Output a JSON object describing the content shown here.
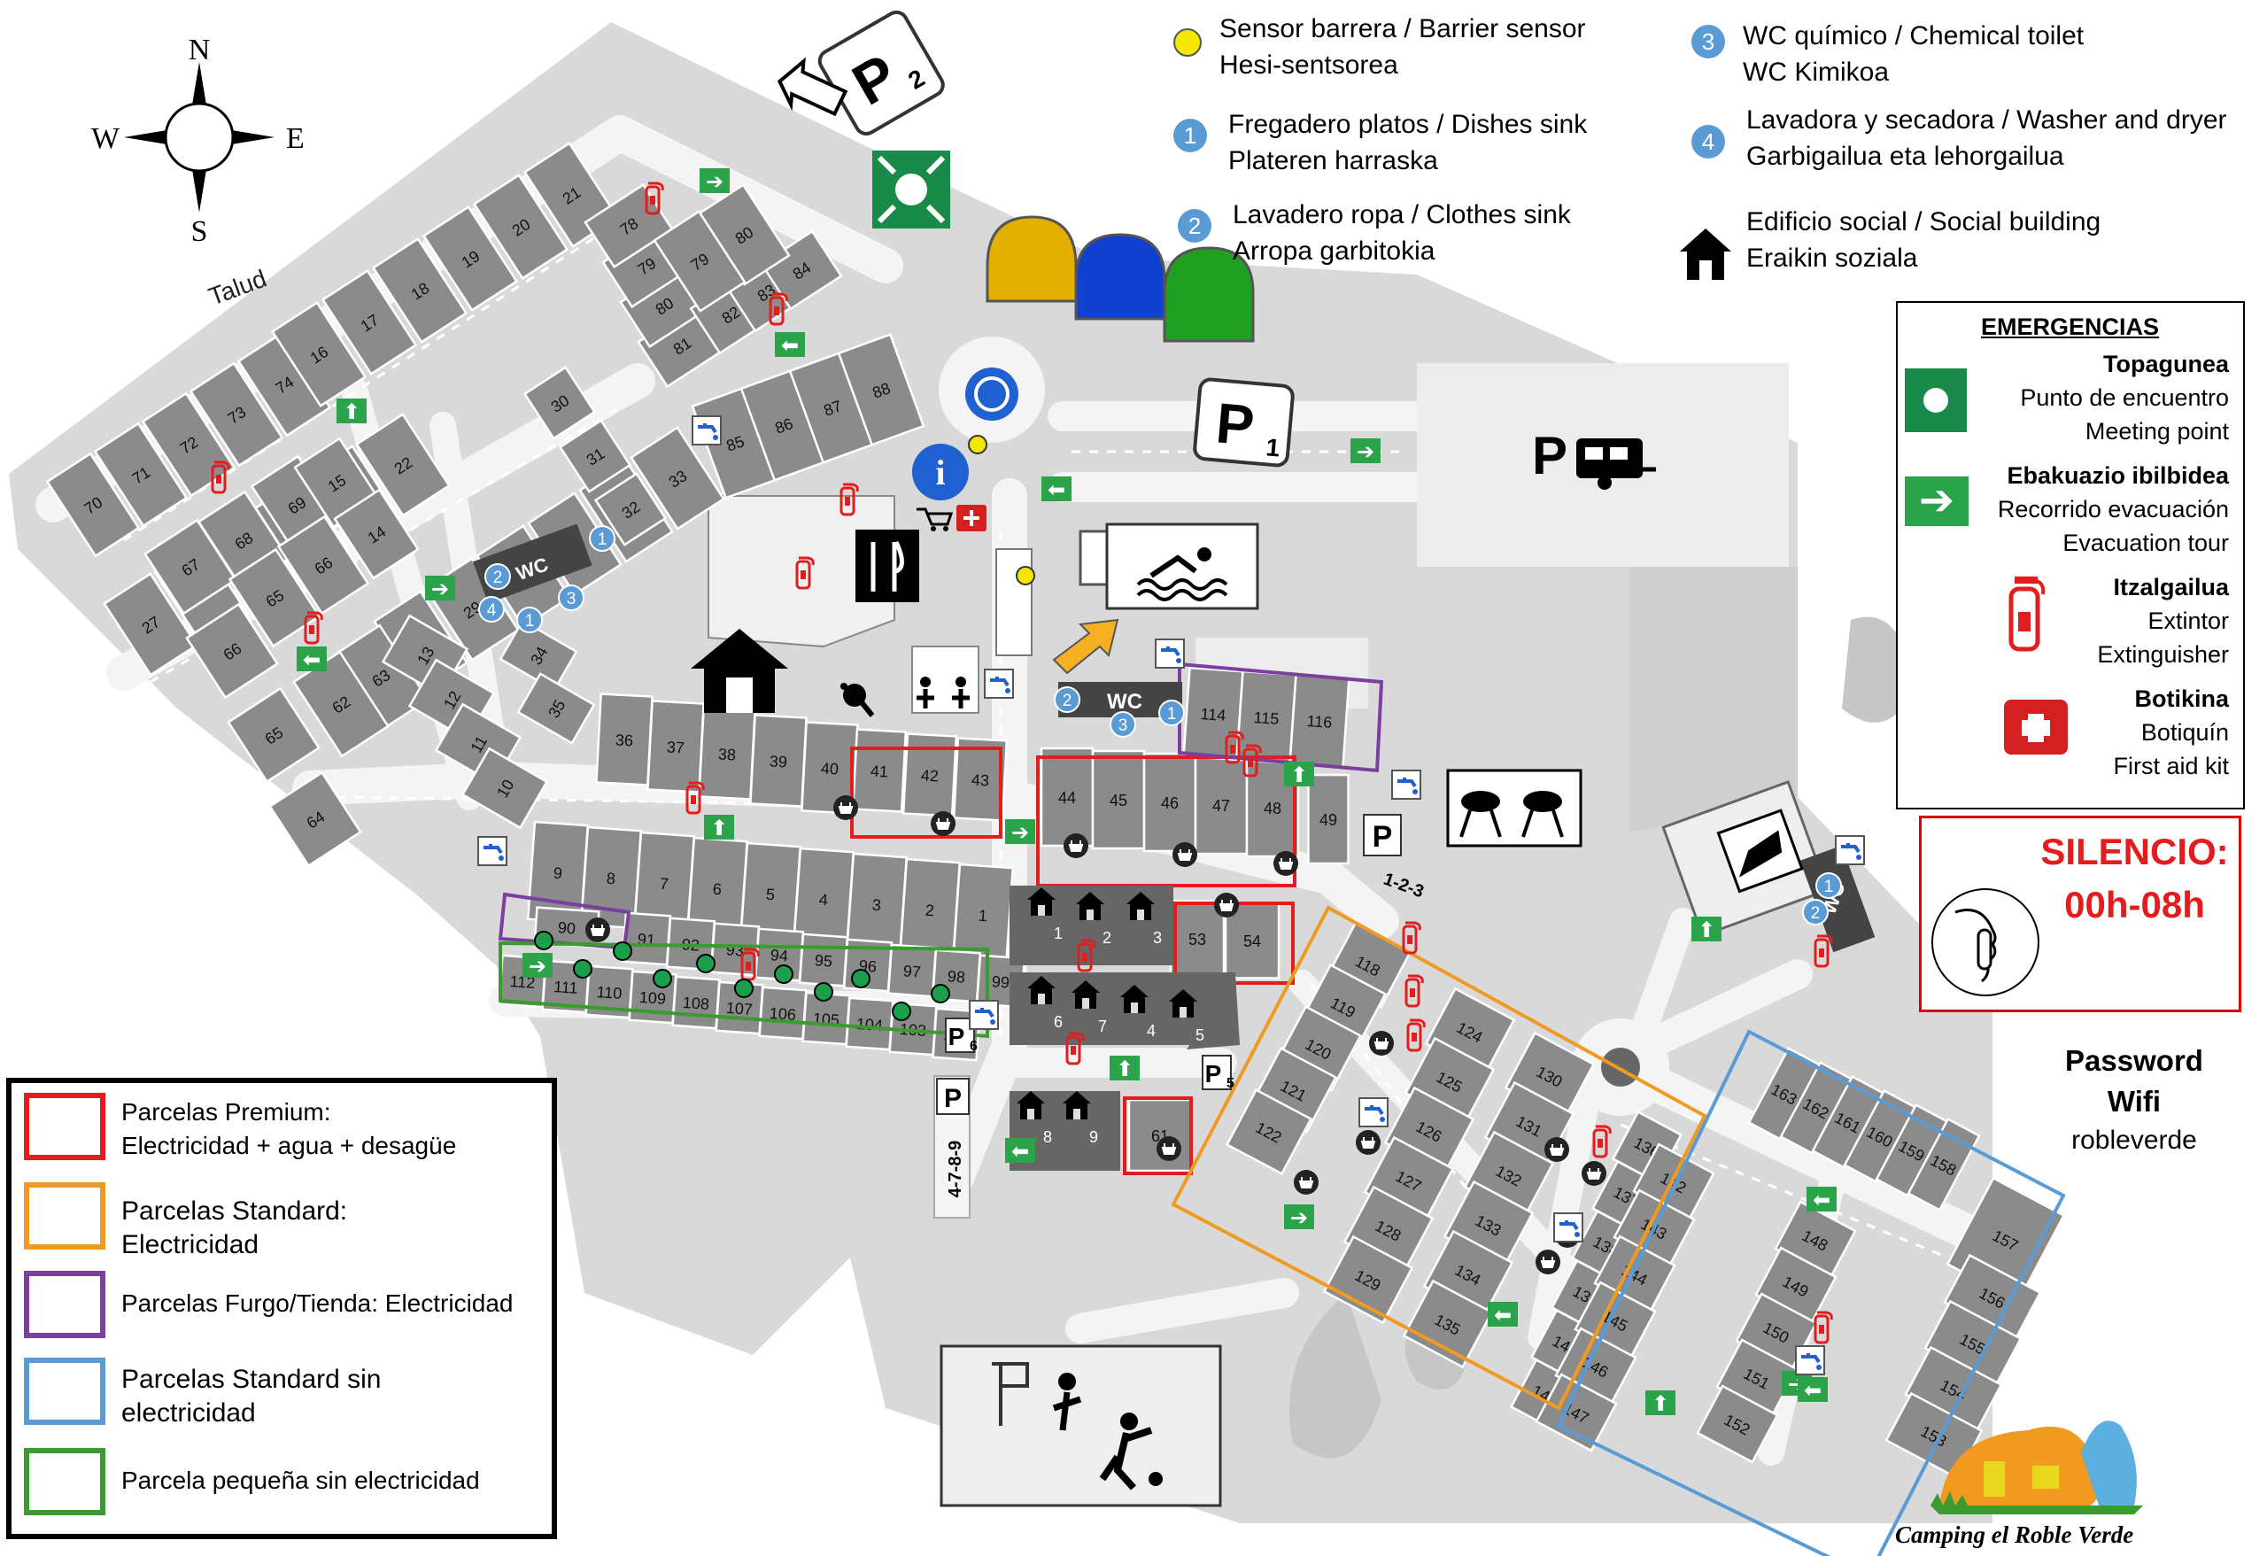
{
  "legend": {
    "sensor": [
      "Sensor barrera / Barrier sensor",
      "Hesi-sentsorea"
    ],
    "dishes": {
      "num": "1",
      "lines": [
        "Fregadero platos / Dishes sink",
        "Plateren harraska"
      ]
    },
    "clothes": {
      "num": "2",
      "lines": [
        "Lavadero ropa / Clothes sink",
        "Arropa garbitokia"
      ]
    },
    "toilet": {
      "num": "3",
      "lines": [
        "WC químico / Chemical toilet",
        "WC Kimikoa"
      ]
    },
    "washer": {
      "num": "4",
      "lines": [
        "Lavadora y secadora / Washer and dryer",
        "Garbigailua eta lehorgailua"
      ]
    },
    "social": [
      "Edificio social / Social building",
      "Eraikin soziala"
    ]
  },
  "emergencias": {
    "title": "EMERGENCIAS",
    "meeting": [
      "Topagunea",
      "Punto de encuentro",
      "Meeting point"
    ],
    "evac": [
      "Ebakuazio ibilbidea",
      "Recorrido evacuación",
      "Evacuation tour"
    ],
    "ext": [
      "Itzalgailua",
      "Extintor",
      "Extinguisher"
    ],
    "firstaid": [
      "Botikina",
      "Botiquín",
      "First aid kit"
    ]
  },
  "silencio": {
    "title": "SILENCIO:",
    "hours": "00h-08h"
  },
  "wifi": {
    "l1": "Password",
    "l2": "Wifi",
    "pass": "robleverde"
  },
  "categories": [
    {
      "color": "#e31d1d",
      "lines": [
        "Parcelas Premium:",
        "Electricidad + agua + desagüe"
      ]
    },
    {
      "color": "#ef9a23",
      "lines": [
        "Parcelas Standard:",
        "Electricidad"
      ]
    },
    {
      "color": "#7b3fa0",
      "lines": [
        "Parcelas Furgo/Tienda: Electricidad"
      ]
    },
    {
      "color": "#5b9bd5",
      "lines": [
        "Parcelas Standard sin",
        "electricidad"
      ]
    },
    {
      "color": "#3a9b2e",
      "lines": [
        "Parcela pequeña sin electricidad"
      ]
    }
  ],
  "compass": {
    "n": "N",
    "s": "S",
    "e": "E",
    "w": "W"
  },
  "map": {
    "talud": "Talud",
    "wc": "WC",
    "p1": "P",
    "p1sub": "1",
    "p2": "P",
    "p2sub": "2",
    "p": "P",
    "p123": "1-2-3",
    "p4789": "4-7-8-9",
    "p5": "5",
    "p6": "6",
    "brand": "Camping el Roble Verde"
  },
  "colors": {
    "premium": "#e31d1d",
    "standard": "#ef9a23",
    "furgo": "#7b3fa0",
    "noelec": "#5b9bd5",
    "small": "#3a9b2e",
    "evac": "#2aa34a",
    "info": "#2060d0"
  }
}
